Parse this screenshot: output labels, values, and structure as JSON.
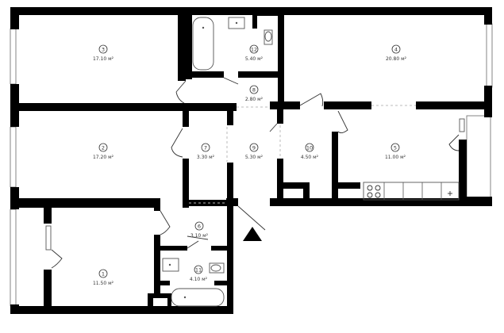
{
  "plan": {
    "wall_color": "#000000",
    "rooms": [
      {
        "id": "room-1",
        "number": "1",
        "area": "11.50 м²"
      },
      {
        "id": "room-2",
        "number": "2",
        "area": "17.20 м²"
      },
      {
        "id": "room-3",
        "number": "3",
        "area": "17.10 м²"
      },
      {
        "id": "room-4",
        "number": "4",
        "area": "20.80 м²"
      },
      {
        "id": "room-5",
        "number": "5",
        "area": "11.00 м²"
      },
      {
        "id": "room-6",
        "number": "6",
        "area": "3.10 м²"
      },
      {
        "id": "room-7",
        "number": "7",
        "area": "3.30 м²"
      },
      {
        "id": "room-8",
        "number": "8",
        "area": "2.80 м²"
      },
      {
        "id": "room-9",
        "number": "9",
        "area": "5.30 м²"
      },
      {
        "id": "room-10",
        "number": "10",
        "area": "4.50 м²"
      },
      {
        "id": "room-11",
        "number": "11",
        "area": "4.10 м²"
      },
      {
        "id": "room-12",
        "number": "12",
        "area": "5.40 м²"
      }
    ],
    "entrance_icon": "entrance-arrow-icon"
  }
}
